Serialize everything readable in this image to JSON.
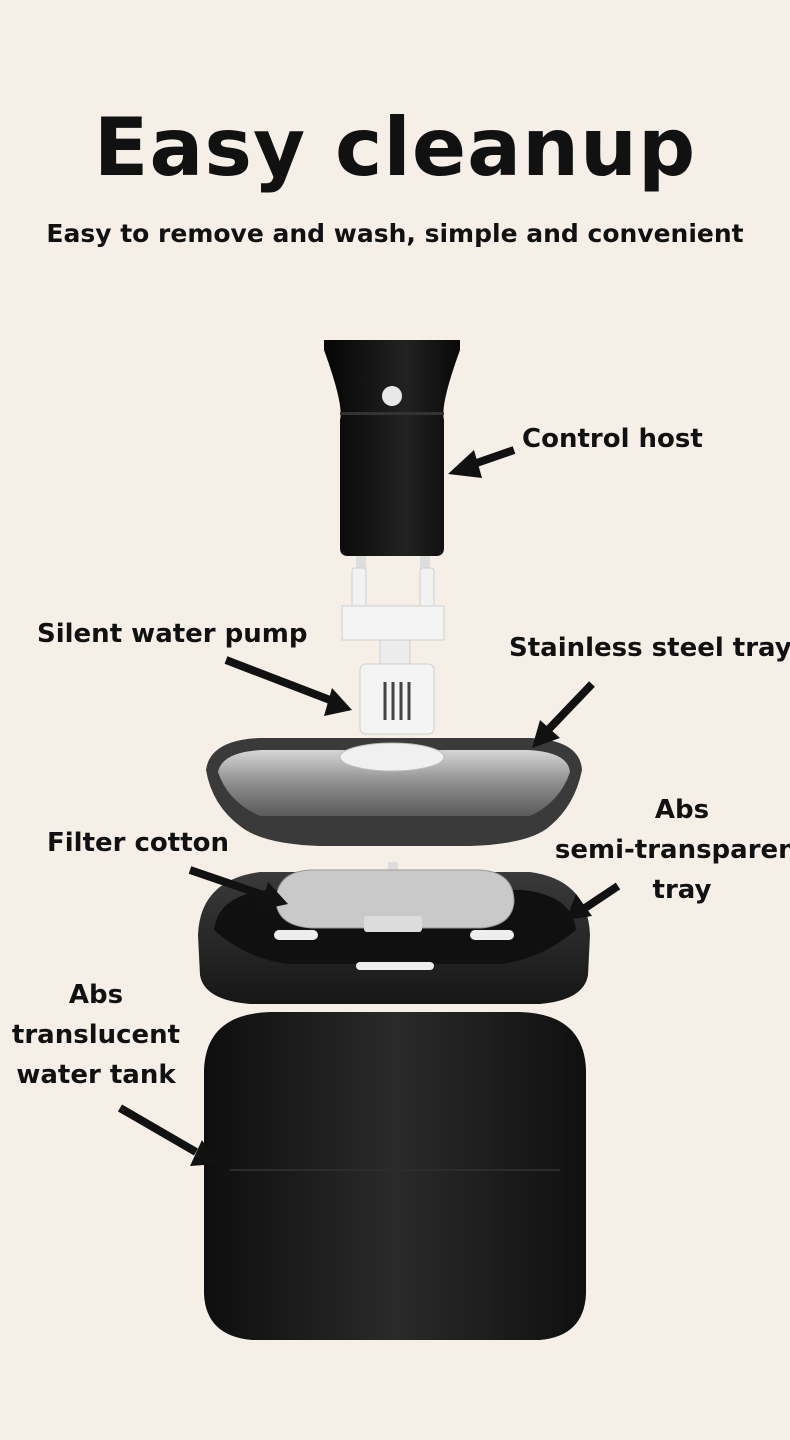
{
  "header": {
    "title": "Easy cleanup",
    "subtitle": "Easy to remove and wash, simple and convenient"
  },
  "parts": {
    "control_host": "Control host",
    "water_pump": "Silent water pump",
    "steel_tray": "Stainless steel tray",
    "filter_cotton": "Filter cotton",
    "semi_tray_line1": "Abs",
    "semi_tray_line2": "semi-transparent",
    "semi_tray_line3": "tray",
    "tank_line1": "Abs",
    "tank_line2": "translucent",
    "tank_line3": "water tank"
  },
  "colors": {
    "background": "#f6efe8",
    "text": "#111111",
    "host_black": "#141414",
    "tank_black": "#1c1c1c",
    "steel": "#9a9a9a",
    "white_plastic": "#f2f2f2"
  }
}
